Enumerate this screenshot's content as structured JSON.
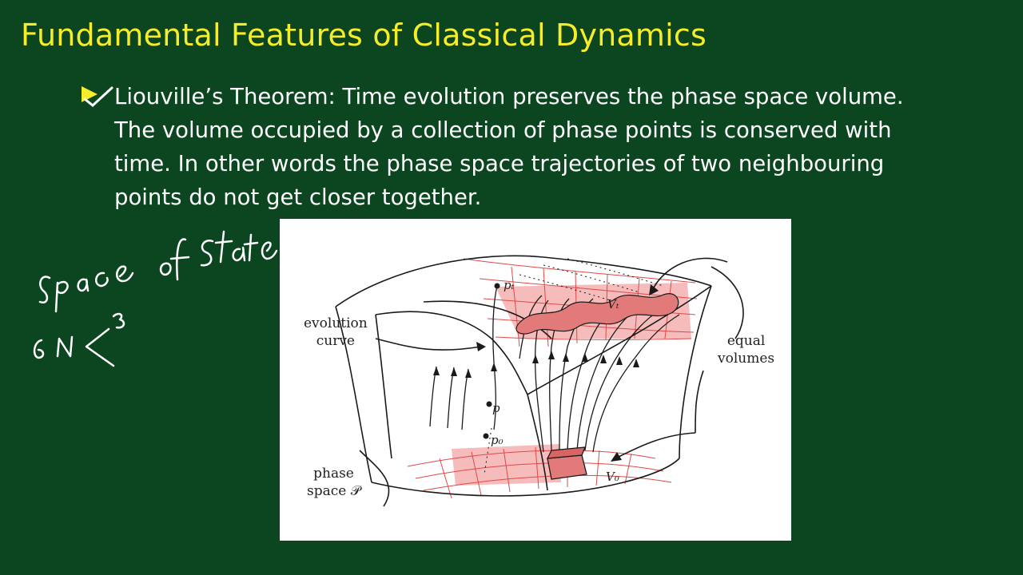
{
  "slide": {
    "title": "Fundamental Features of Classical Dynamics",
    "bullet": {
      "lines": [
        "Liouville’s Theorem: Time evolution preserves the phase space volume.",
        "The volume occupied by a collection of phase points is conserved with",
        "time. In other words the phase space trajectories of two neighbouring",
        "points do not get closer together."
      ]
    }
  },
  "handwritten": {
    "word1": "space",
    "word2": "of States",
    "dims": "6N",
    "exponent": "3"
  },
  "figure": {
    "labels": {
      "evolution_line1": "evolution",
      "evolution_line2": "curve",
      "equal_line1": "equal",
      "equal_line2": "volumes",
      "phase_line1": "phase",
      "phase_line2": "space 𝒫",
      "pt": "pₜ",
      "p": "p",
      "p0": "p₀",
      "vt": "Vₜ",
      "v0": "V₀"
    },
    "colors": {
      "highlight": "#f2a0a0",
      "grid": "#e04848",
      "ink": "#1a1a1a"
    }
  }
}
